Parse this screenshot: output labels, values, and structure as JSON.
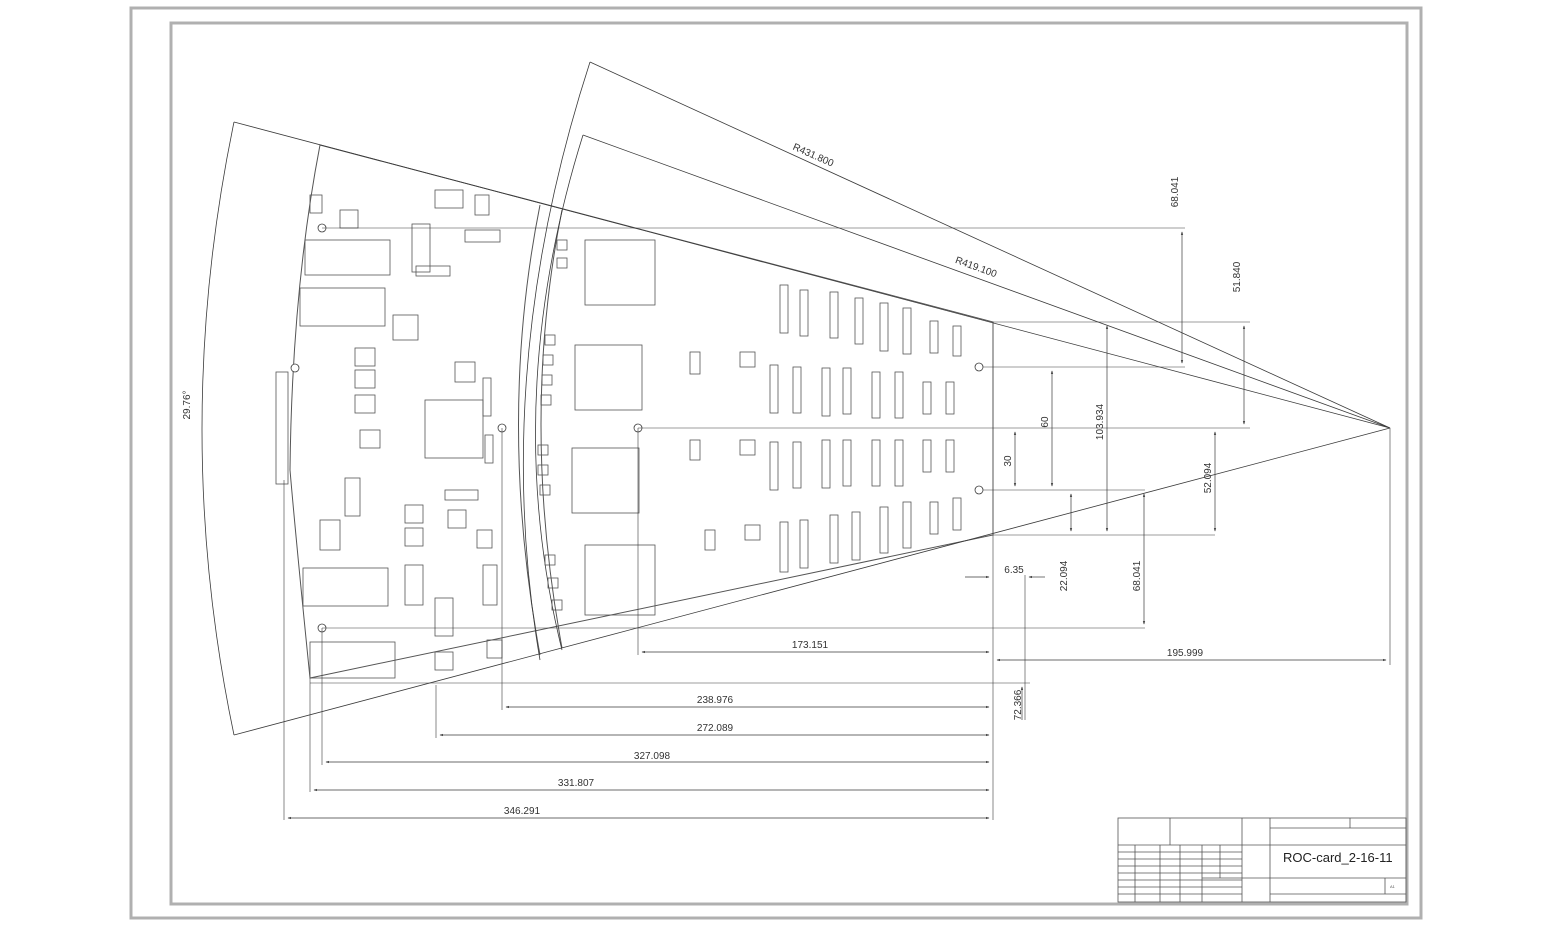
{
  "drawing": {
    "title": "ROC-card_2-16-11",
    "sheet_label": "A1"
  },
  "dimensions": {
    "angle": "29.76°",
    "r_outer": "R431.800",
    "r_inner": "R419.100",
    "d_68_041_top": "68.041",
    "d_51_840": "51.840",
    "d_60": "60",
    "d_103_934": "103.934",
    "d_30": "30",
    "d_52_094": "52.094",
    "d_6_35": "6.35",
    "d_22_094": "22.094",
    "d_68_041_low": "68.041",
    "d_173_151": "173.151",
    "d_195_999": "195.999",
    "d_72_366": "72.366",
    "d_238_976": "238.976",
    "d_272_089": "272.089",
    "d_327_098": "327.098",
    "d_331_807": "331.807",
    "d_346_291": "346.291"
  },
  "colors": {
    "line": "#3a3a3a",
    "frame": "#b0b0b0",
    "board": "#555555"
  }
}
